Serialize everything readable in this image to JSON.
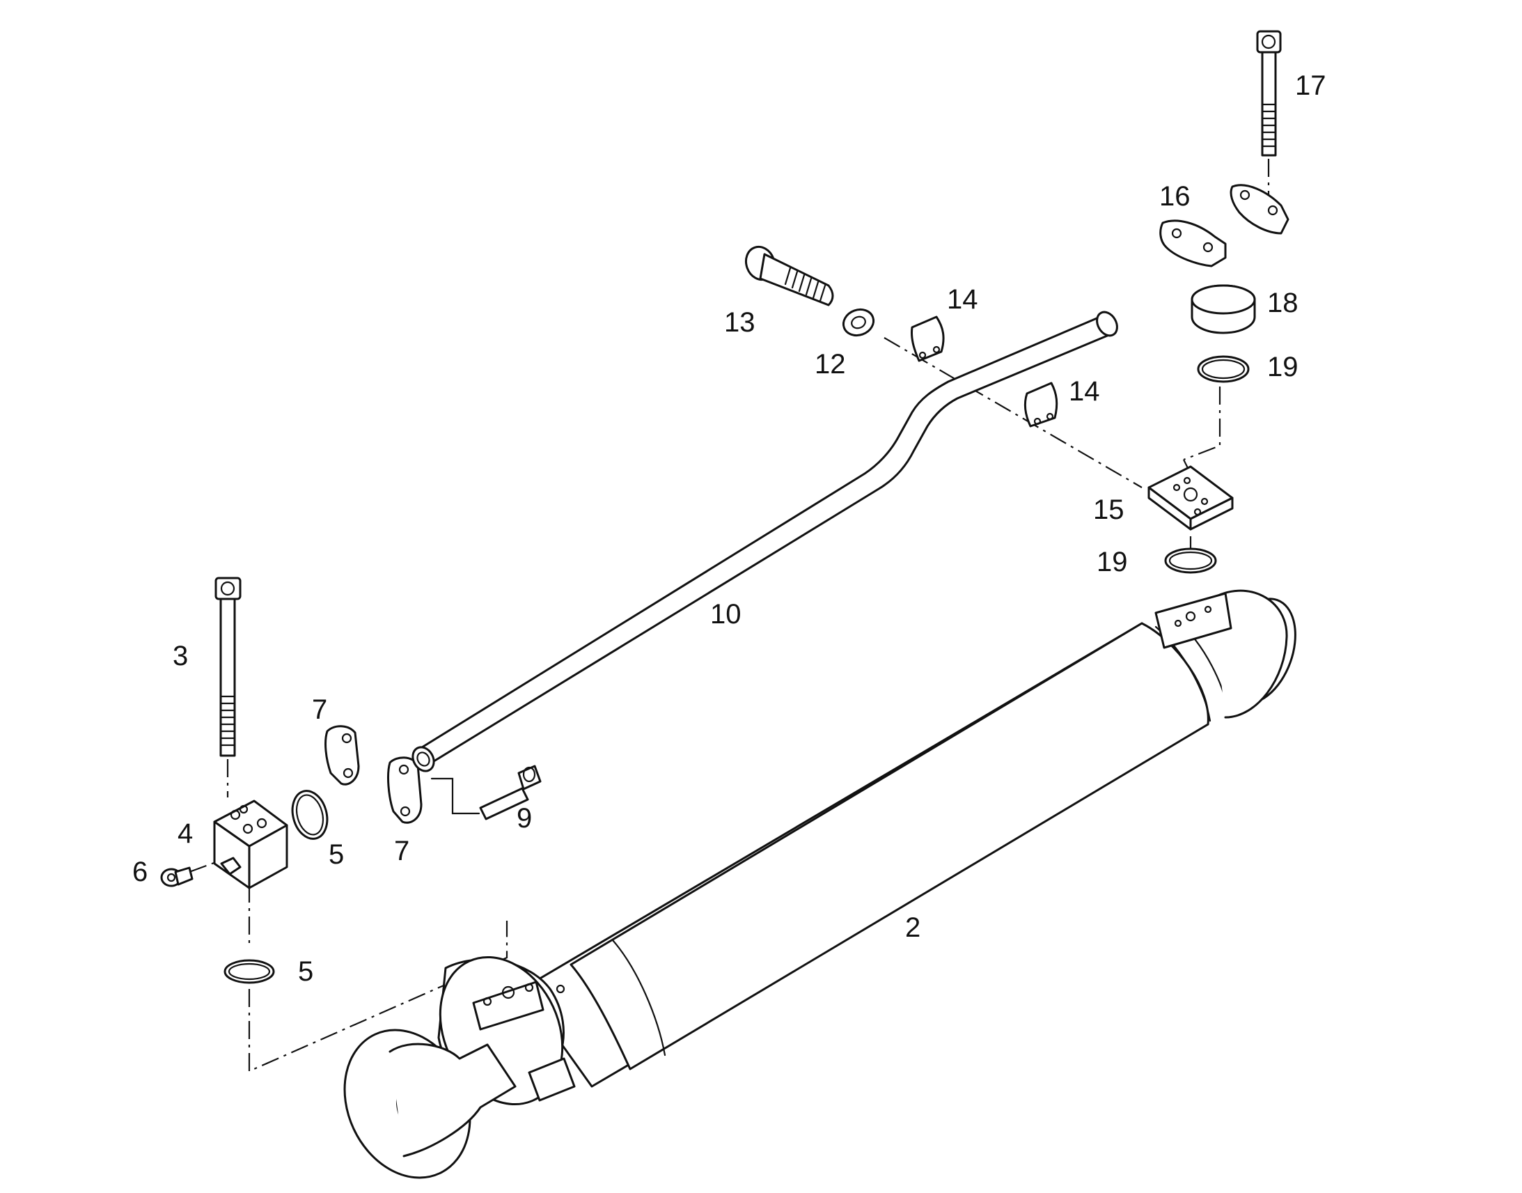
{
  "callouts": {
    "c2": "2",
    "c3": "3",
    "c4": "4",
    "c5a": "5",
    "c5b": "5",
    "c6": "6",
    "c7a": "7",
    "c7b": "7",
    "c9": "9",
    "c10": "10",
    "c12": "12",
    "c13": "13",
    "c14a": "14",
    "c14b": "14",
    "c15": "15",
    "c16": "16",
    "c17": "17",
    "c18": "18",
    "c19a": "19",
    "c19b": "19"
  },
  "colors": {
    "line": "#111111",
    "background": "#ffffff"
  }
}
